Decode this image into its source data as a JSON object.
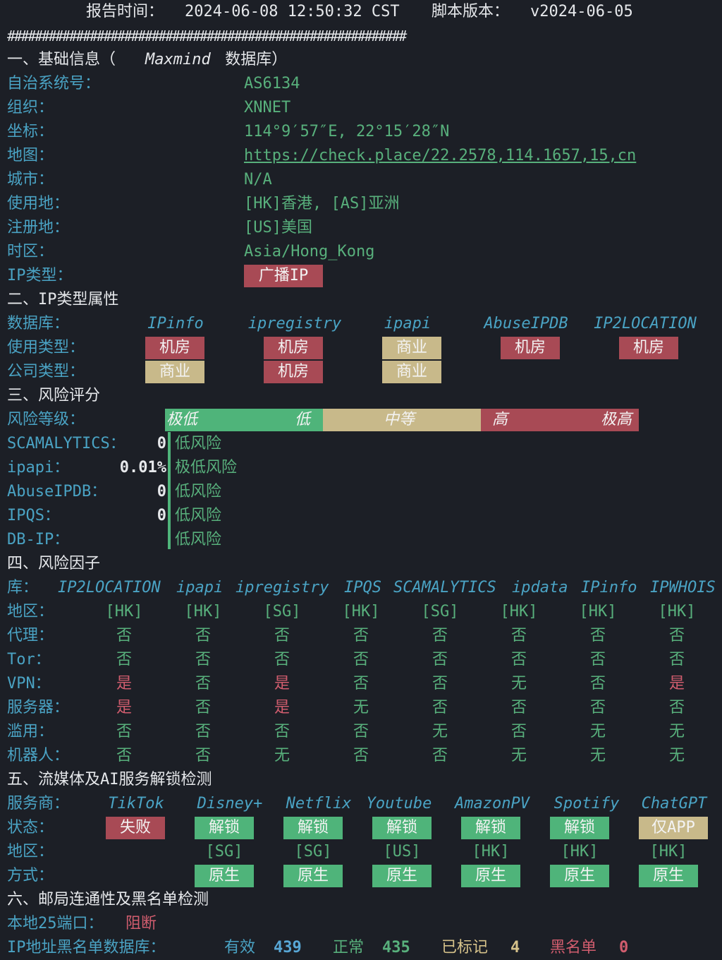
{
  "header": {
    "report_time_label": "报告时间：",
    "report_time": "2024-06-08 12:50:32 CST",
    "version_label": "脚本版本：",
    "version": "v2024-06-05",
    "separator": "##########################################################"
  },
  "basic": {
    "title_prefix": "一、基础信息（",
    "title_italic": "Maxmind",
    "title_suffix": " 数据库）",
    "rows": [
      {
        "label": "自治系统号：",
        "value": "AS6134"
      },
      {
        "label": "组织：",
        "value": "XNNET"
      },
      {
        "label": "坐标：",
        "value": "114°9′57″E, 22°15′28″N"
      },
      {
        "label": "地图：",
        "value": "https://check.place/22.2578,114.1657,15,cn"
      },
      {
        "label": "城市：",
        "value": "N/A"
      },
      {
        "label": "使用地：",
        "value": "[HK]香港, [AS]亚洲"
      },
      {
        "label": "注册地：",
        "value": "[US]美国"
      },
      {
        "label": "时区：",
        "value": "Asia/Hong_Kong"
      },
      {
        "label": "IP类型：",
        "value": "广播IP"
      }
    ]
  },
  "iptype": {
    "title": "二、IP类型属性",
    "db_label": "数据库：",
    "usage_label": "使用类型：",
    "company_label": "公司类型：",
    "dbs": [
      "IPinfo",
      "ipregistry",
      "ipapi",
      "AbuseIPDB",
      "IP2LOCATION"
    ],
    "usage": [
      "机房",
      "机房",
      "商业",
      "机房",
      "机房"
    ],
    "company": [
      "商业",
      "机房",
      "商业",
      "",
      ""
    ]
  },
  "risk": {
    "title": "三、风险评分",
    "level_label": "风险等级：",
    "scale": [
      "极低",
      "低",
      "中等",
      "高",
      "极高"
    ],
    "rows": [
      {
        "label": "SCAMALYTICS：",
        "score": "0",
        "verdict": "低风险"
      },
      {
        "label": "ipapi：",
        "score": "0.01%",
        "verdict": "极低风险"
      },
      {
        "label": "AbuseIPDB：",
        "score": "0",
        "verdict": "低风险"
      },
      {
        "label": "IPQS：",
        "score": "0",
        "verdict": "低风险"
      },
      {
        "label": "DB-IP：",
        "score": "",
        "verdict": "低风险"
      }
    ]
  },
  "factors": {
    "title": "四、风险因子",
    "lib_label": "库：",
    "libs": [
      "IP2LOCATION",
      "ipapi",
      "ipregistry",
      "IPQS",
      "SCAMALYTICS",
      "ipdata",
      "IPinfo",
      "IPWHOIS"
    ],
    "rows": [
      {
        "label": "地区：",
        "values": [
          "[HK]",
          "[HK]",
          "[SG]",
          "[HK]",
          "[SG]",
          "[HK]",
          "[HK]",
          "[HK]"
        ]
      },
      {
        "label": "代理：",
        "values": [
          "否",
          "否",
          "否",
          "否",
          "否",
          "否",
          "否",
          "否"
        ]
      },
      {
        "label": "Tor：",
        "values": [
          "否",
          "否",
          "否",
          "否",
          "否",
          "否",
          "否",
          "否"
        ]
      },
      {
        "label": "VPN：",
        "values": [
          "是",
          "否",
          "是",
          "否",
          "否",
          "无",
          "否",
          "是"
        ]
      },
      {
        "label": "服务器：",
        "values": [
          "是",
          "否",
          "是",
          "无",
          "否",
          "否",
          "否",
          "否"
        ]
      },
      {
        "label": "滥用：",
        "values": [
          "否",
          "否",
          "否",
          "否",
          "无",
          "否",
          "无",
          "无"
        ]
      },
      {
        "label": "机器人：",
        "values": [
          "否",
          "否",
          "无",
          "否",
          "否",
          "无",
          "无",
          "无"
        ]
      }
    ]
  },
  "media": {
    "title": "五、流媒体及AI服务解锁检测",
    "provider_label": "服务商：",
    "status_label": "状态：",
    "region_label": "地区：",
    "method_label": "方式：",
    "services": [
      "TikTok",
      "Disney+",
      "Netflix",
      "Youtube",
      "AmazonPV",
      "Spotify",
      "ChatGPT"
    ],
    "status": [
      "失败",
      "解锁",
      "解锁",
      "解锁",
      "解锁",
      "解锁",
      "仅APP"
    ],
    "region": [
      "",
      "[SG]",
      "[SG]",
      "[US]",
      "[HK]",
      "[HK]",
      "[HK]"
    ],
    "method": [
      "",
      "原生",
      "原生",
      "原生",
      "原生",
      "原生",
      "原生"
    ]
  },
  "mail": {
    "title": "六、邮局连通性及黑名单检测",
    "port_label": "本地25端口：",
    "port_value": "阻断",
    "bl_label": "IP地址黑名单数据库：",
    "valid_label": "有效",
    "valid": "439",
    "normal_label": "正常",
    "normal": "435",
    "marked_label": "已标记",
    "marked": "4",
    "black_label": "黑名单",
    "black": "0"
  },
  "colors": {
    "cyan": "#4aa3c4",
    "green": "#58b07c",
    "red": "#d15d6e",
    "badge_red": "#a84a55",
    "badge_tan": "#c8b98a",
    "badge_green": "#4fb47a"
  }
}
